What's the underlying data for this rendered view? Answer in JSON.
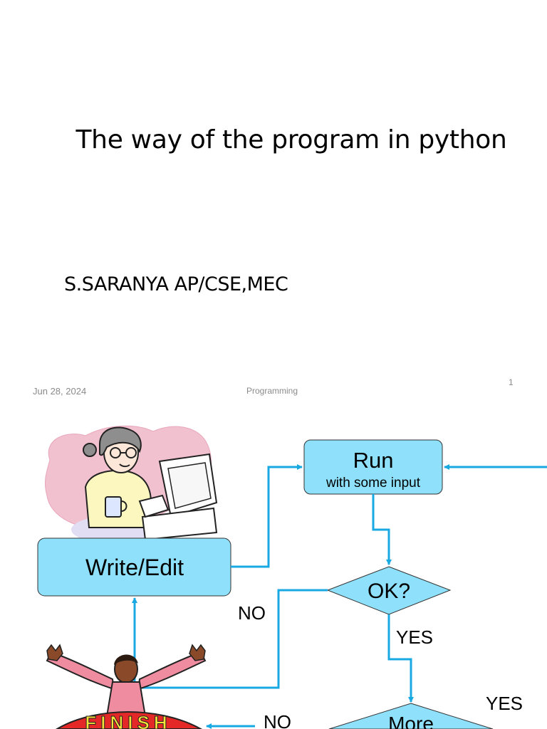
{
  "slide1": {
    "title": "The way of the program in python",
    "author": "S.SARANYA AP/CSE,MEC",
    "footer_date": "Jun 28, 2024",
    "footer_center": "Programming",
    "page_number": "1"
  },
  "slide2": {
    "write_edit_label": "Write/Edit",
    "run_label": "Run",
    "run_sublabel": "with some input",
    "ok_label": "OK?",
    "more_label": "More",
    "no_label_1": "NO",
    "yes_label_1": "YES",
    "yes_label_2": "YES",
    "no_label_2": "NO",
    "finish_label": "FINISH"
  },
  "colors": {
    "box_fill": "#8fe1fb",
    "arrow": "#18a9e3"
  },
  "icons": [
    "programmer-clipart",
    "finish-celebration-clipart"
  ]
}
